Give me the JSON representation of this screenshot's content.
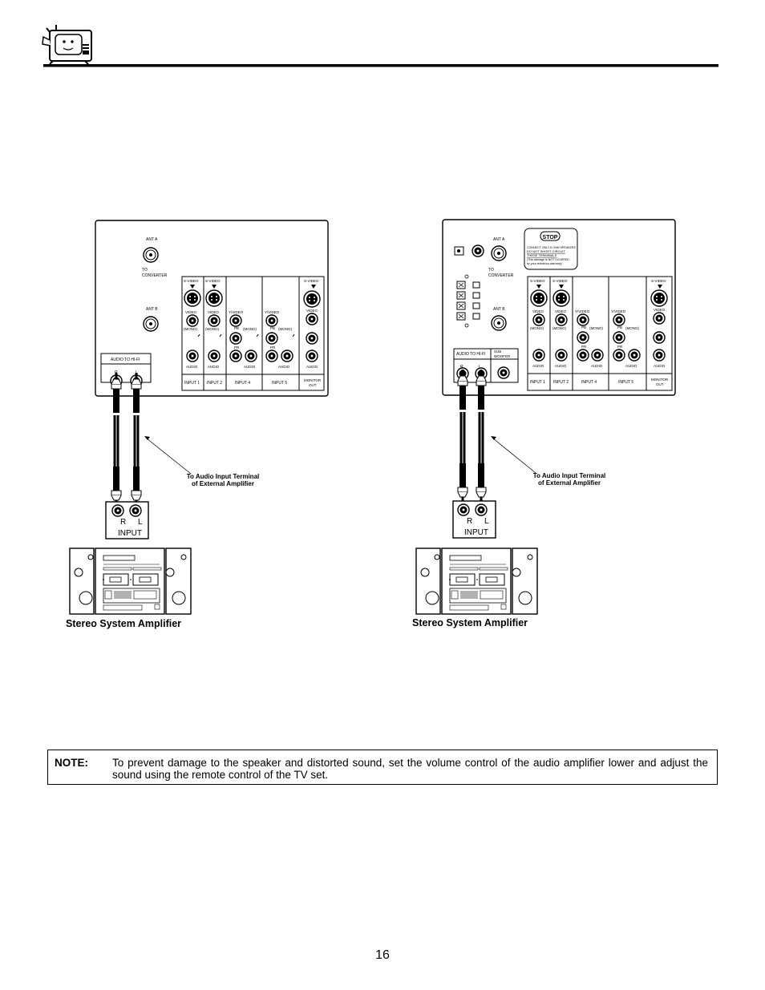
{
  "panel_left": {
    "ant_a": "ANT A",
    "to_converter": [
      "TO",
      "CONVERTER"
    ],
    "ant_b": "ANT B",
    "audio_to_hifi": "AUDIO TO HI-FI",
    "r": "R",
    "l": "L",
    "s_video": "S-VIDEO",
    "video": "VIDEO",
    "mono": "(MONO)",
    "y_video": "Y/VIDEO",
    "pb": "PB",
    "pr": "PR",
    "audio": "AUDIO",
    "inputs": [
      "INPUT 1",
      "INPUT 2",
      "INPUT 4",
      "INPUT 5"
    ],
    "monitor_out": [
      "MONITOR",
      "OUT"
    ]
  },
  "panel_right": {
    "stop": "STOP",
    "warning": [
      "CONNECT ONLY 8 OHM SPEAKERS",
      "DO NOT SHORT-CIRCUIT",
      "THESE TERMINALS",
      "(This damage is NOT COVERED",
      "by your television warranty)"
    ],
    "sub_woofer": [
      "SUB",
      "WOOFER"
    ],
    "audio_to_hifi": "AUDIO TO HI-FI"
  },
  "callout": [
    "To Audio Input Terminal",
    "of External Amplifier"
  ],
  "amp_jacks": {
    "r": "R",
    "l": "L",
    "input": "INPUT"
  },
  "amp_caption": "Stereo System Amplifier",
  "note": {
    "label": "NOTE:",
    "text": "To prevent damage to the speaker and distorted sound, set the volume control of the audio amplifier lower and adjust the sound using the remote control of the TV set."
  },
  "page_number": "16"
}
